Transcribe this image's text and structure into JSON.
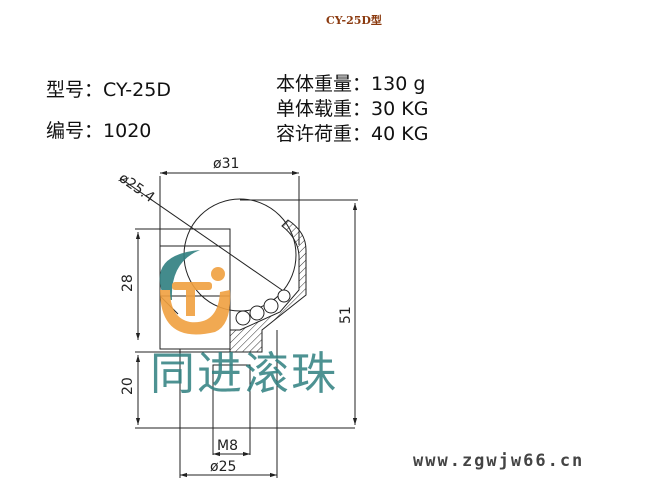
{
  "title": "CY-25D型",
  "specs_left": [
    {
      "label": "型号：",
      "value": "CY-25D"
    },
    {
      "label": "编号：",
      "value": "1020"
    }
  ],
  "specs_right": [
    {
      "label": "本体重量：",
      "value": "130 g"
    },
    {
      "label": "单体载重：",
      "value": "30 KG"
    },
    {
      "label": "容许荷重：",
      "value": "40 KG"
    }
  ],
  "drawing": {
    "dimensions": {
      "ball_diameter": "ø25.4",
      "housing_diameter": "ø31",
      "total_height": "51",
      "upper_height": "28",
      "stud_height": "20",
      "thread": "M8",
      "base_diameter": "ø25"
    }
  },
  "watermark": {
    "text": "同进滚珠",
    "logo_colors": {
      "teal": "#2f7f80",
      "orange": "#f0a040"
    }
  },
  "website": "www.zgwjw66.cn"
}
